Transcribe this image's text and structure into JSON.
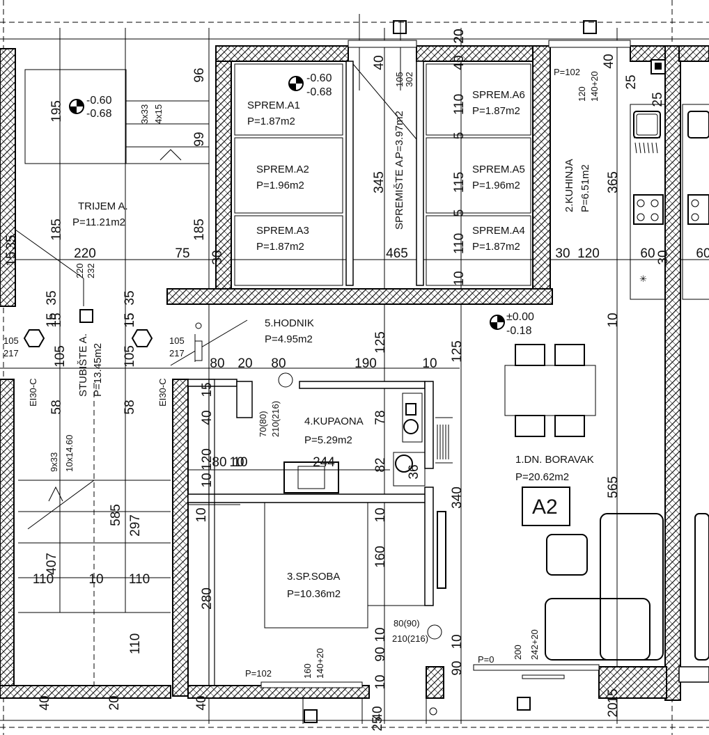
{
  "rooms": {
    "trijem": {
      "name": "TRIJEM A.",
      "area": "P=11.21m2"
    },
    "sprem_a1": {
      "name": "SPREM.A1",
      "area": "P=1.87m2"
    },
    "sprem_a2": {
      "name": "SPREM.A2",
      "area": "P=1.96m2"
    },
    "sprem_a3": {
      "name": "SPREM.A3",
      "area": "P=1.87m2"
    },
    "sprem_a4": {
      "name": "SPREM.A4",
      "area": "P=1.87m2"
    },
    "sprem_a5": {
      "name": "SPREM.A5",
      "area": "P=1.96m2"
    },
    "sprem_a6": {
      "name": "SPREM.A6",
      "area": "P=1.87m2"
    },
    "spremiste": {
      "name": "SPREMIŠTE A.",
      "area": "P=3.97m2"
    },
    "kuhinja": {
      "name": "2.KUHINJA",
      "area": "P=6.51m2"
    },
    "hodnik": {
      "name": "5.HODNIK",
      "area": "P=4.95m2"
    },
    "stubiste": {
      "name": "STUBIŠTE A.",
      "area": "P=13.45m2"
    },
    "kupaona": {
      "name": "4.KUPAONA",
      "area": "P=5.29m2"
    },
    "boravak": {
      "name": "1.DN. BORAVAK",
      "area": "P=20.62m2"
    },
    "soba": {
      "name": "3.SP.SOBA",
      "area": "P=10.36m2"
    }
  },
  "unit_label": "A2",
  "levels": {
    "trijem": {
      "top": "-0.60",
      "bottom": "-0.68"
    },
    "sprem": {
      "top": "-0.60",
      "bottom": "-0.68"
    },
    "boravak": {
      "top": "±0.00",
      "bottom": "-0.18"
    }
  },
  "fire_rating": {
    "left": "EI30-C",
    "right": "EI30-C"
  },
  "openings": {
    "door_kupaona": {
      "top": "70(80)",
      "bottom": "210(216)"
    },
    "door_soba": {
      "top": "80(90)",
      "bottom": "210(216)"
    },
    "window_kuhinja": {
      "top": "P=102",
      "mid": "120",
      "bottom": "140+20"
    },
    "window_soba_p": "P=102",
    "window_soba": {
      "top": "160",
      "bottom": "140+20"
    },
    "window_boravak_p": "P=0",
    "window_boravak": {
      "top": "200",
      "bottom": "242+20"
    },
    "spremiste_door": {
      "top": "105",
      "bottom": "302"
    },
    "stair_top": {
      "top": "220",
      "bottom": "232"
    },
    "stair_left": {
      "top": "105",
      "bottom": "217"
    },
    "stair_right": {
      "top": "105",
      "bottom": "217"
    },
    "trijem_steps": {
      "top": "3x33",
      "bottom": "4x15"
    },
    "stair_run": {
      "top": "9x33",
      "bottom": "10x14.60"
    }
  },
  "dimensions": [
    "195",
    "96",
    "99",
    "185",
    "185",
    "35",
    "15",
    "220",
    "75",
    "30",
    "35",
    "15",
    "15",
    "35",
    "40",
    "20",
    "40",
    "20",
    "345",
    "465",
    "40",
    "110",
    "5",
    "115",
    "5",
    "110",
    "10",
    "25",
    "25",
    "365",
    "30",
    "120",
    "60",
    "30",
    "60",
    "10",
    "565",
    "125",
    "125",
    "15",
    "15",
    "105",
    "105",
    "58",
    "58",
    "80",
    "20",
    "80",
    "190",
    "10",
    "15",
    "40",
    "10",
    "78",
    "82",
    "36",
    "120",
    "10",
    "80",
    "10",
    "244",
    "585",
    "297",
    "407",
    "110",
    "10",
    "110",
    "110",
    "280",
    "10",
    "160",
    "10",
    "340",
    "10",
    "90",
    "10",
    "90",
    "10",
    "20",
    "40",
    "40",
    "40",
    "25",
    "15",
    "20",
    "40"
  ]
}
